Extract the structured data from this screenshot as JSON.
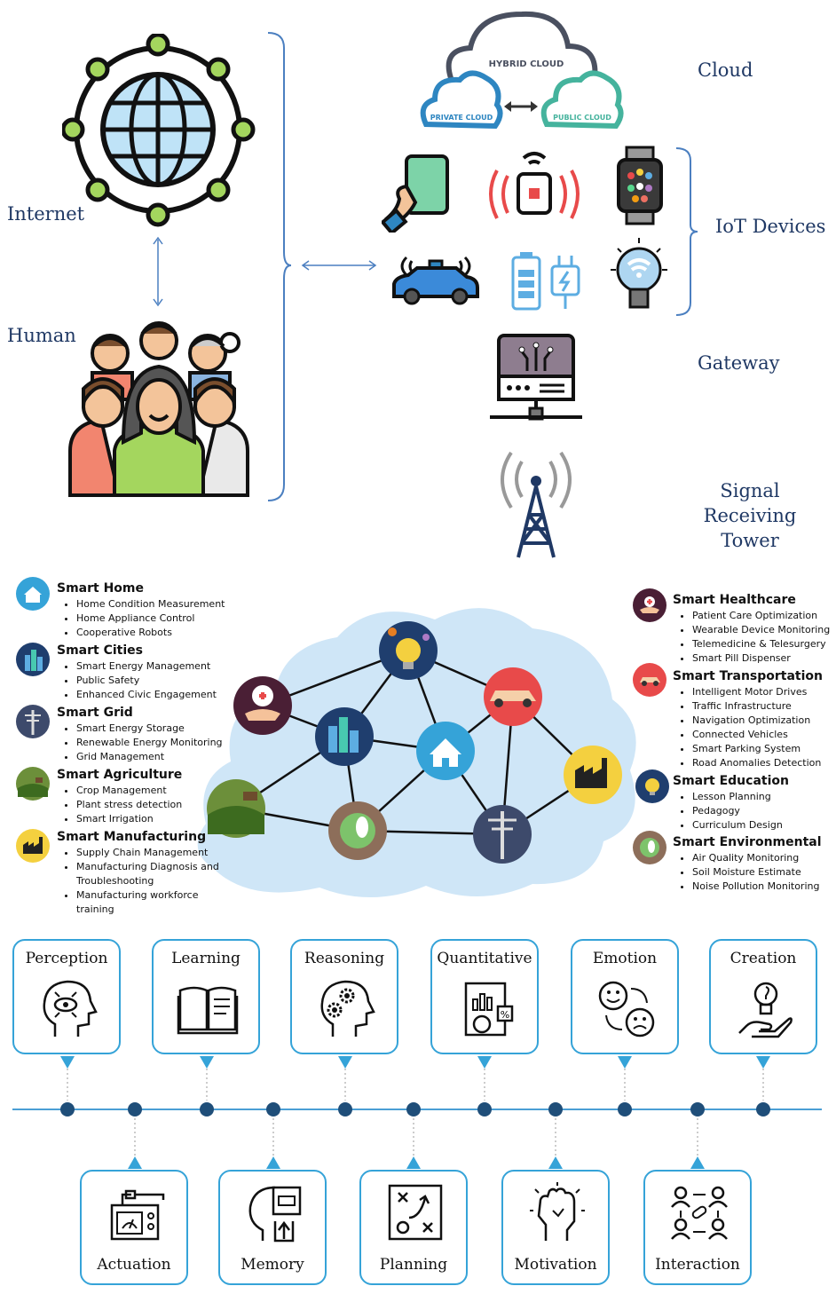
{
  "left_labels": {
    "internet": "Internet",
    "human": "Human"
  },
  "right_labels": {
    "cloud": "Cloud",
    "iot_devices": "IoT Devices",
    "gateway": "Gateway",
    "tower_line1": "Signal Receiving",
    "tower_line2": "Tower"
  },
  "cloud_labels": {
    "hybrid": "HYBRID CLOUD",
    "private": "PRIVATE CLOUD",
    "public": "PUBLIC CLOUD"
  },
  "apps_left": [
    {
      "title": "Smart Home",
      "items": [
        "Home Condition Measurement",
        "Home Appliance Control",
        "Cooperative Robots"
      ]
    },
    {
      "title": "Smart Cities",
      "items": [
        "Smart Energy Management",
        "Public Safety",
        "Enhanced Civic Engagement"
      ]
    },
    {
      "title": "Smart Grid",
      "items": [
        "Smart Energy Storage",
        "Renewable Energy Monitoring",
        "Grid Management"
      ]
    },
    {
      "title": "Smart Agriculture",
      "items": [
        "Crop Management",
        "Plant stress detection",
        "Smart Irrigation"
      ]
    },
    {
      "title": "Smart Manufacturing",
      "items": [
        "Supply Chain Management",
        "Manufacturing Diagnosis and Troubleshooting",
        "Manufacturing workforce training"
      ]
    }
  ],
  "apps_right": [
    {
      "title": "Smart Healthcare",
      "items": [
        "Patient Care Optimization",
        "Wearable Device Monitoring",
        "Telemedicine & Telesurgery",
        "Smart Pill Dispenser"
      ]
    },
    {
      "title": "Smart Transportation",
      "items": [
        "Intelligent Motor Drives",
        "Traffic Infrastructure",
        "Navigation Optimization",
        "Connected Vehicles",
        "Smart Parking System",
        "Road Anomalies Detection"
      ]
    },
    {
      "title": "Smart Education",
      "items": [
        "Lesson Planning",
        "Pedagogy",
        "Curriculum Design"
      ]
    },
    {
      "title": "Smart Environmental",
      "items": [
        "Air Quality Monitoring",
        "Soil Moisture Estimate",
        "Noise Pollution Monitoring"
      ]
    }
  ],
  "capabilities_top": [
    "Perception",
    "Learning",
    "Reasoning",
    "Quantitative",
    "Emotion",
    "Creation"
  ],
  "capabilities_bottom": [
    "Actuation",
    "Memory",
    "Planning",
    "Motivation",
    "Interaction"
  ],
  "colors": {
    "label_blue": "#1f3864",
    "accent_blue": "#35a3d8",
    "timeline_blue": "#4b9fd5",
    "dot_navy": "#1f4e79",
    "cloud_fill": "#cfe6f7"
  },
  "icons": [
    "globe-network-icon",
    "people-group-icon",
    "hybrid-cloud-icon",
    "smartphone-icon",
    "smoke-sensor-icon",
    "smartwatch-icon",
    "connected-car-icon",
    "battery-plug-icon",
    "smart-bulb-icon",
    "gateway-router-icon",
    "radio-tower-icon"
  ]
}
